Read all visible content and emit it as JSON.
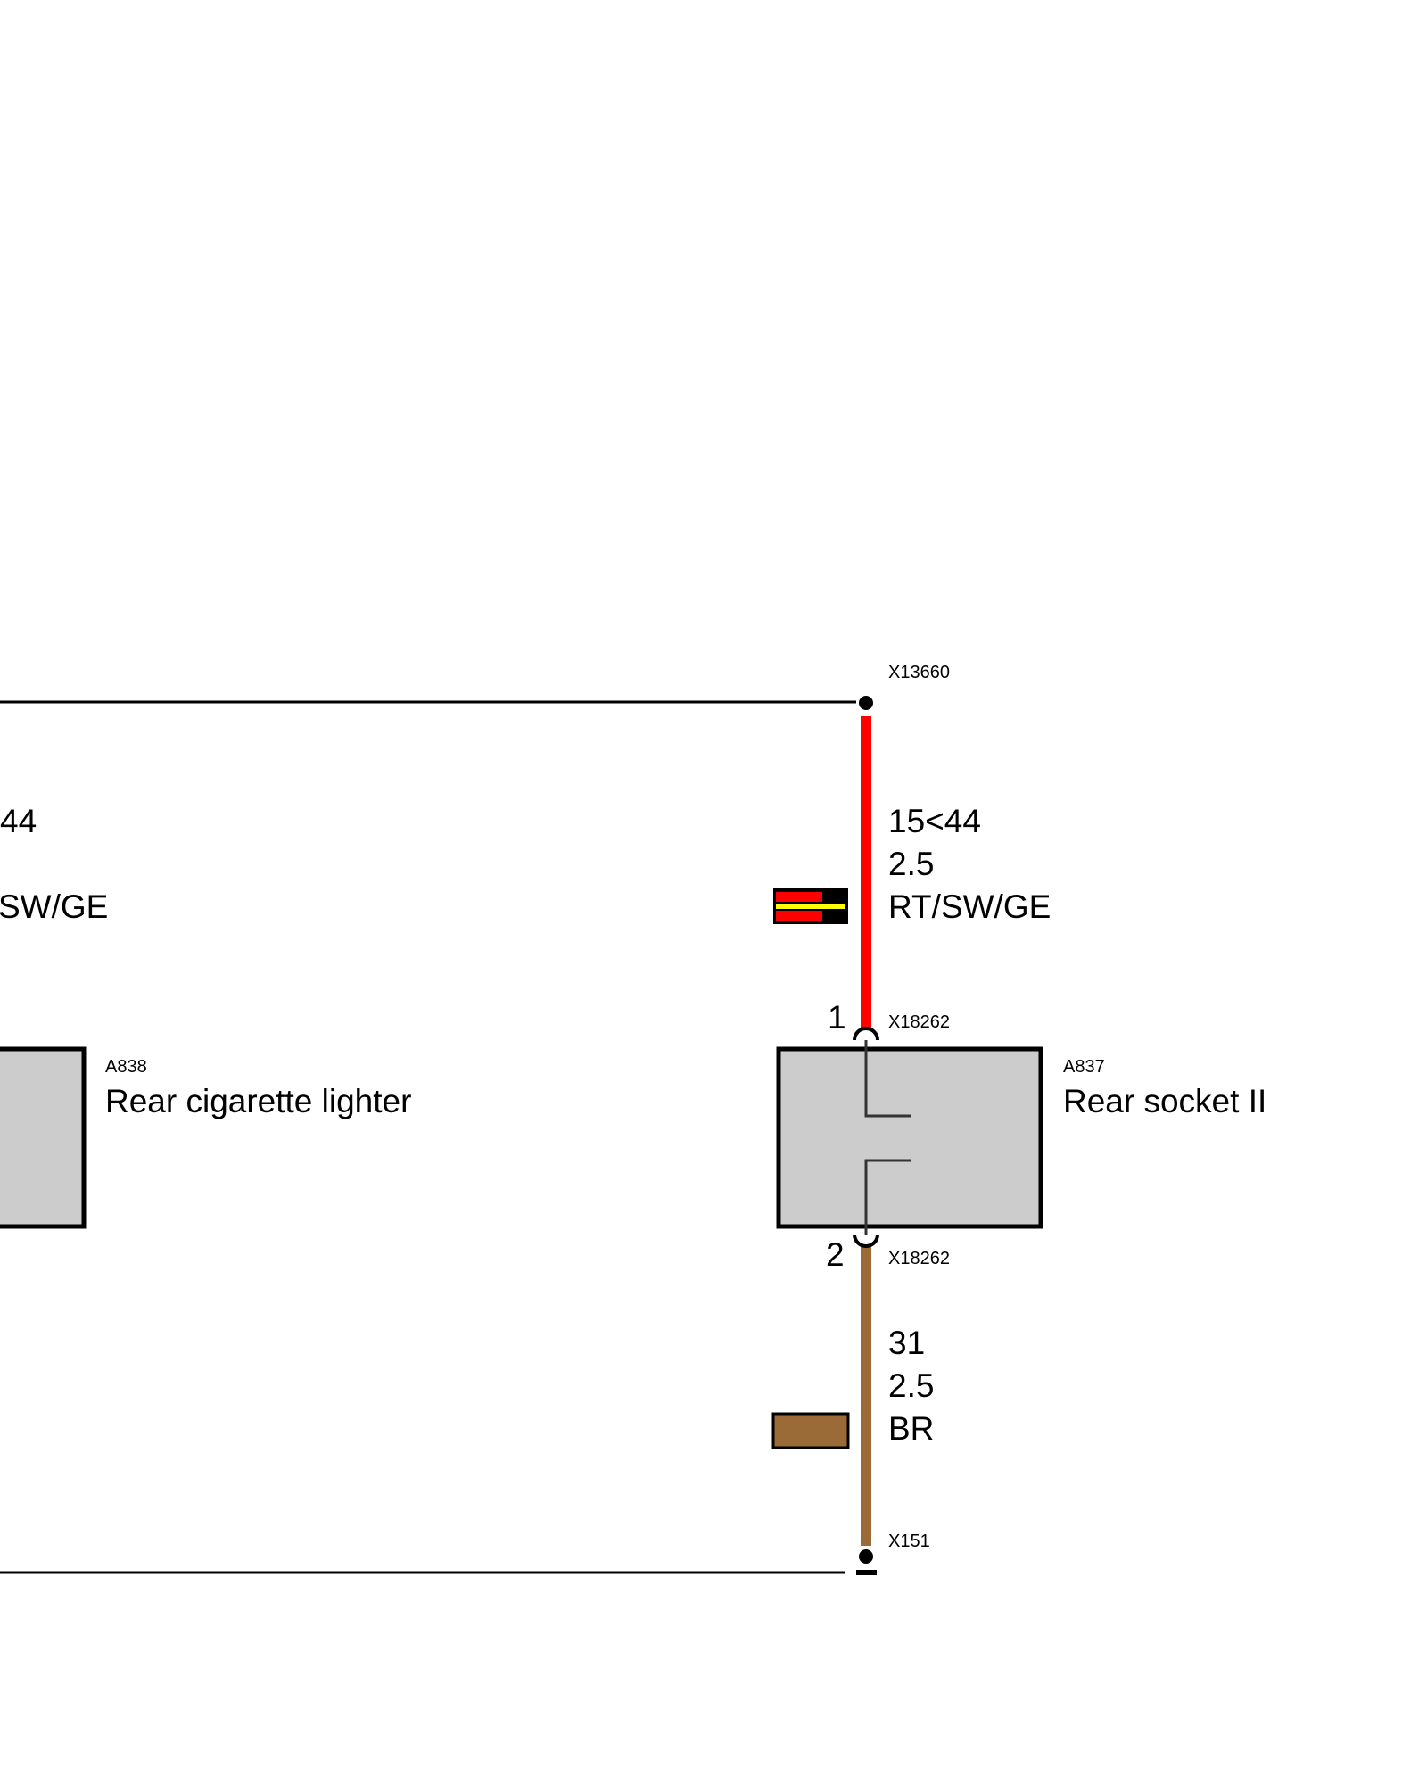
{
  "colors": {
    "wire_red": "#ff0000",
    "wire_brown": "#9b6b37",
    "wire_yellow": "#ffff00",
    "component_fill": "#cccccc",
    "line": "#000000",
    "background": "#ffffff"
  },
  "top_connector": {
    "id": "X13660"
  },
  "bottom_connector": {
    "id": "X151"
  },
  "left_component": {
    "id": "A838",
    "name": "Rear cigarette lighter",
    "wire_text_partial": [
      "44",
      "SW/GE"
    ]
  },
  "right_component": {
    "id": "A837",
    "name": "Rear socket II",
    "connector": "X18262",
    "pins": [
      "1",
      "2"
    ]
  },
  "wire_top": {
    "terminal": "15<44",
    "cross_section": "2.5",
    "color_code": "RT/SW/GE",
    "swatch_icon": "red-black-yellow-swatch"
  },
  "wire_bottom": {
    "terminal": "31",
    "cross_section": "2.5",
    "color_code": "BR",
    "swatch_icon": "brown-swatch"
  }
}
